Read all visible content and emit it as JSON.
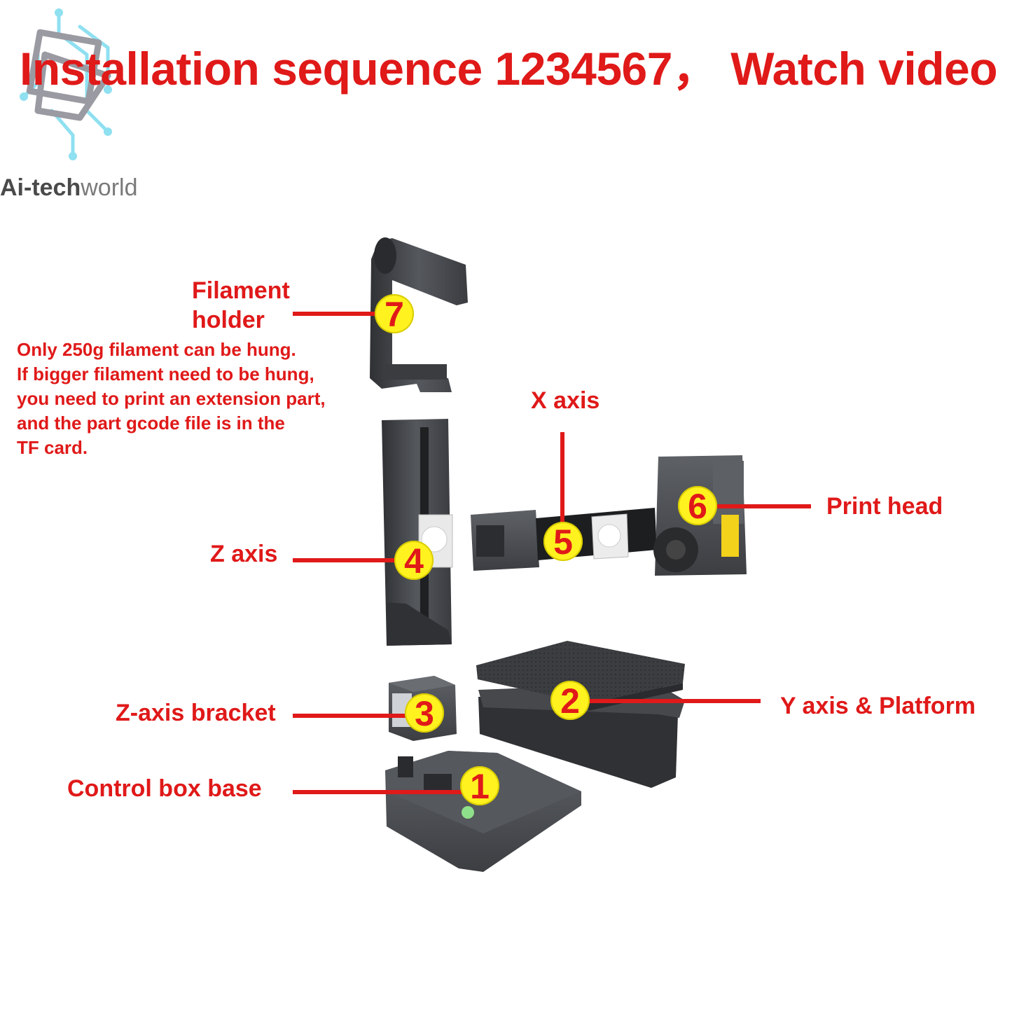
{
  "header": {
    "title": "Installation sequence 1234567， Watch video"
  },
  "brand": {
    "name_bold": "Ai-tech",
    "name_light": "world",
    "logo_icon": "circuit-logo-icon"
  },
  "parts": [
    {
      "number": "1",
      "label": "Control box base"
    },
    {
      "number": "2",
      "label": "Y axis & Platform"
    },
    {
      "number": "3",
      "label": "Z-axis bracket"
    },
    {
      "number": "4",
      "label": "Z axis"
    },
    {
      "number": "5",
      "label": "X axis"
    },
    {
      "number": "6",
      "label": "Print head"
    },
    {
      "number": "7",
      "label_line1": "Filament",
      "label_line2": "holder"
    }
  ],
  "note": {
    "lines": [
      "Only 250g filament can be hung.",
      "If bigger filament need to be hung,",
      "you need to print an extension part,",
      "and the part gcode file is in the",
      "TF card."
    ]
  },
  "colors": {
    "accent": "#e01919",
    "badge": "#fff21f",
    "part_body": "#4a4c50"
  }
}
